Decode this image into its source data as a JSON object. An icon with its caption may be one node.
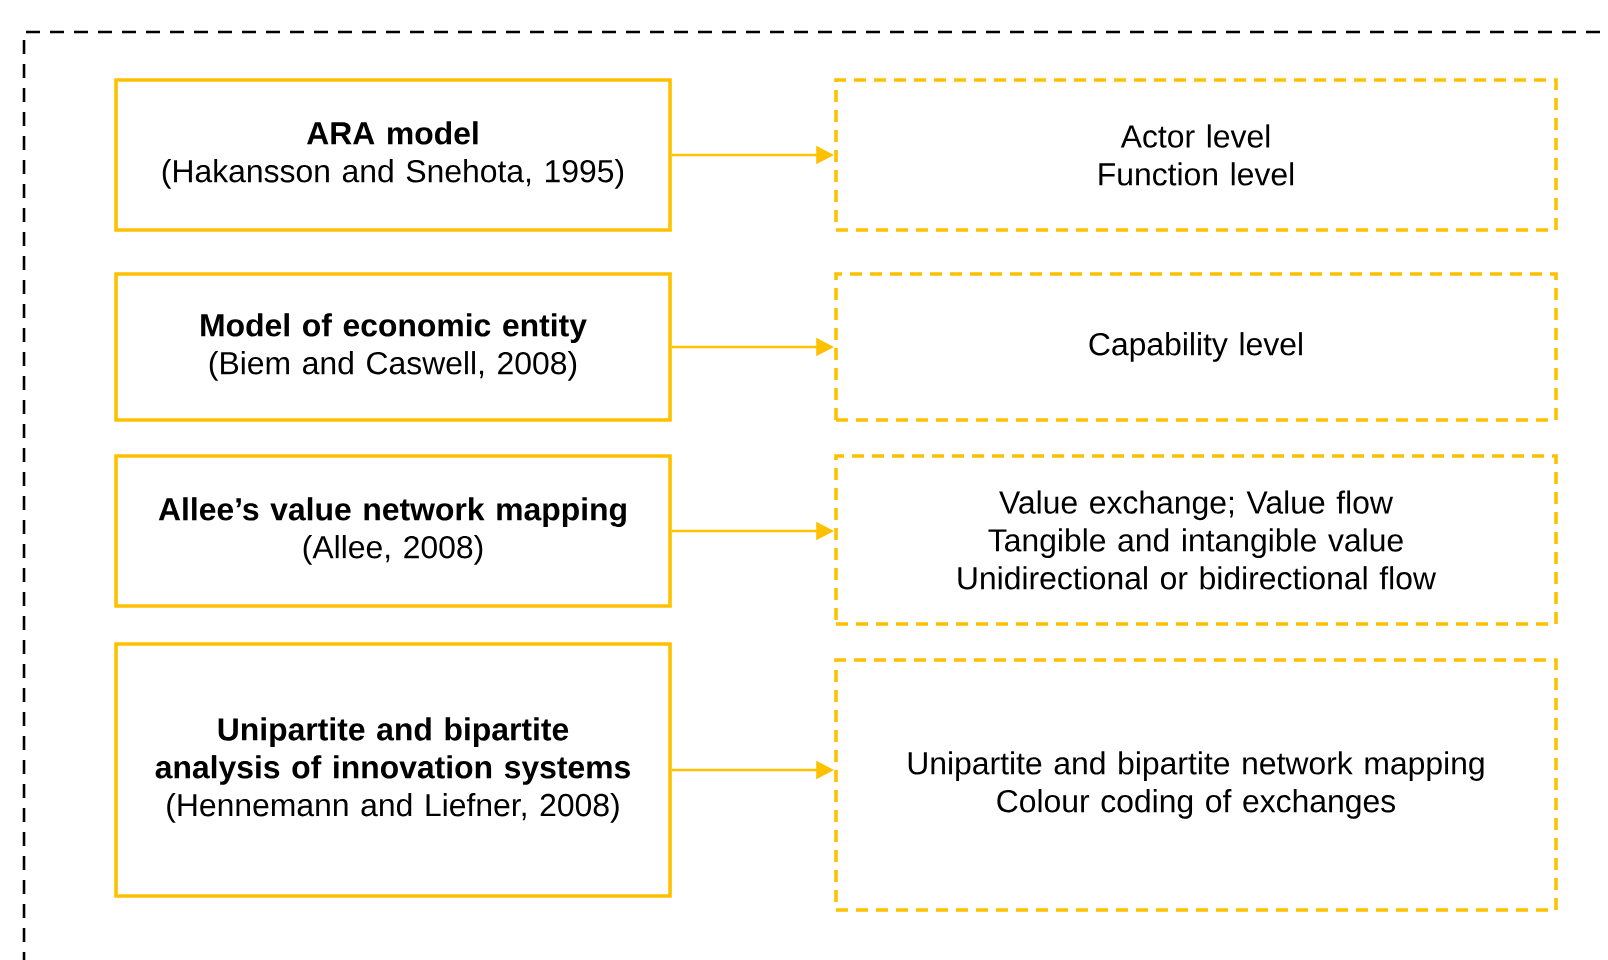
{
  "diagram": {
    "nodes": [
      {
        "text": [
          "ARA model",
          "(Hakansson and Snehota, 1995)"
        ]
      },
      {
        "text": [
          "Model of economic entity",
          "(Biem and Caswell, 2008)"
        ]
      },
      {
        "text": [
          "Allee’s value network mapping",
          "(Allee, 2008)"
        ]
      },
      {
        "text": [
          "Unipartite and bipartite analysis of innovation systems",
          "(Hennemann and Liefner, 2008)"
        ]
      },
      {
        "text": [
          "Actor level",
          "Function level"
        ]
      },
      {
        "text": [
          "Capability level"
        ]
      },
      {
        "text": [
          "Value exchange; Value flow",
          "Tangible and intangible value",
          "Unidirectional or bidirectional flow"
        ]
      },
      {
        "text": [
          "Unipartite and bipartite network mapping",
          "Colour coding of exchanges"
        ]
      }
    ],
    "edges": [
      {
        "from": 0,
        "to": 4,
        "arrow": "to"
      },
      {
        "from": 1,
        "to": 5,
        "arrow": "to"
      },
      {
        "from": 2,
        "to": 6,
        "arrow": "to"
      },
      {
        "from": 3,
        "to": 7,
        "arrow": "to"
      }
    ]
  }
}
